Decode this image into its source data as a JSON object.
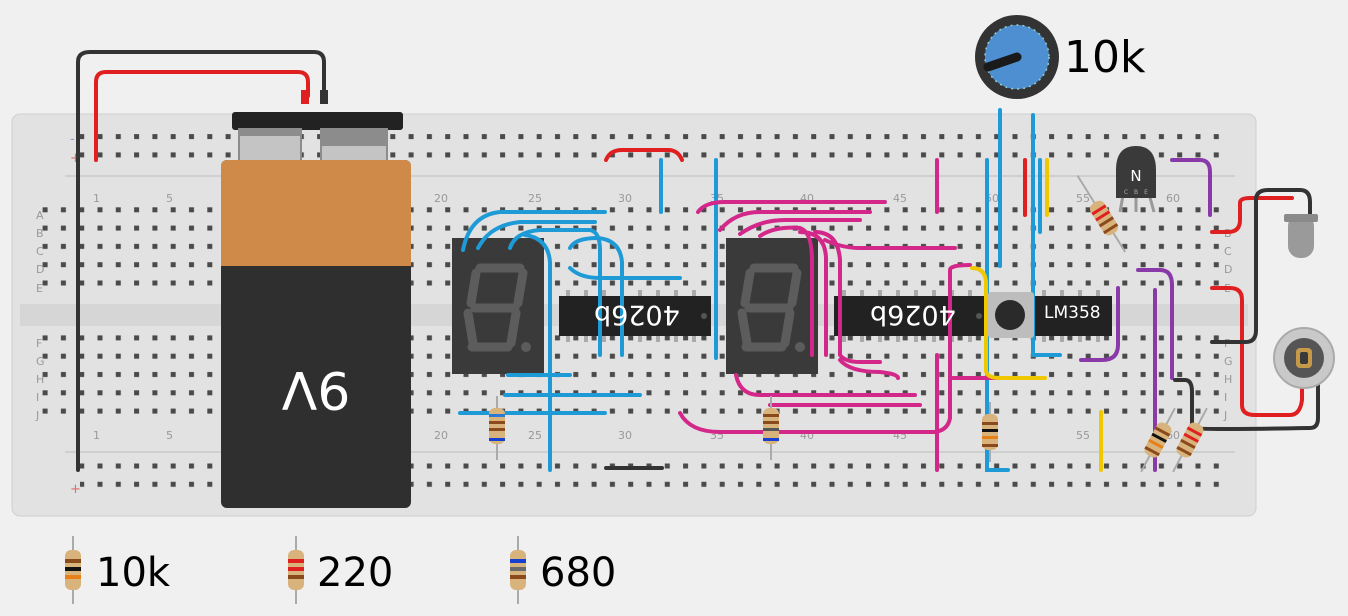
{
  "battery": {
    "label": "9V"
  },
  "potentiometer": {
    "label": "10k"
  },
  "chips": [
    {
      "label": "4026b"
    },
    {
      "label": "4026b"
    },
    {
      "label": "LM358"
    }
  ],
  "transistor": {
    "label": "N",
    "pins": [
      "C",
      "B",
      "E"
    ]
  },
  "breadboard": {
    "rows_top": [
      "A",
      "B",
      "C",
      "D",
      "E"
    ],
    "rows_bottom": [
      "F",
      "G",
      "H",
      "I",
      "J"
    ],
    "columns_top": [
      "1",
      "5",
      "20",
      "25",
      "30",
      "35",
      "40",
      "45",
      "50",
      "55",
      "60"
    ],
    "columns_bottom": [
      "1",
      "5",
      "20",
      "25",
      "30",
      "35",
      "40",
      "45",
      "55",
      "60"
    ],
    "rail_signs": [
      "-",
      "+",
      "+"
    ]
  },
  "legend": [
    {
      "label": "10k",
      "bands": [
        "#8b4a1c",
        "#111111",
        "#e8801a"
      ]
    },
    {
      "label": "220",
      "bands": [
        "#e02020",
        "#e02020",
        "#8b4a1c"
      ]
    },
    {
      "label": "680",
      "bands": [
        "#1540d0",
        "#6a6a6a",
        "#8b4a1c"
      ]
    }
  ],
  "colors": {
    "wire_blue": "#1e9bd7",
    "wire_magenta": "#d3288a",
    "wire_red": "#e02020",
    "wire_black": "#333333",
    "wire_purple": "#8a3aa8",
    "wire_yellow": "#f0c800",
    "breadboard": "#e2e2e2"
  }
}
